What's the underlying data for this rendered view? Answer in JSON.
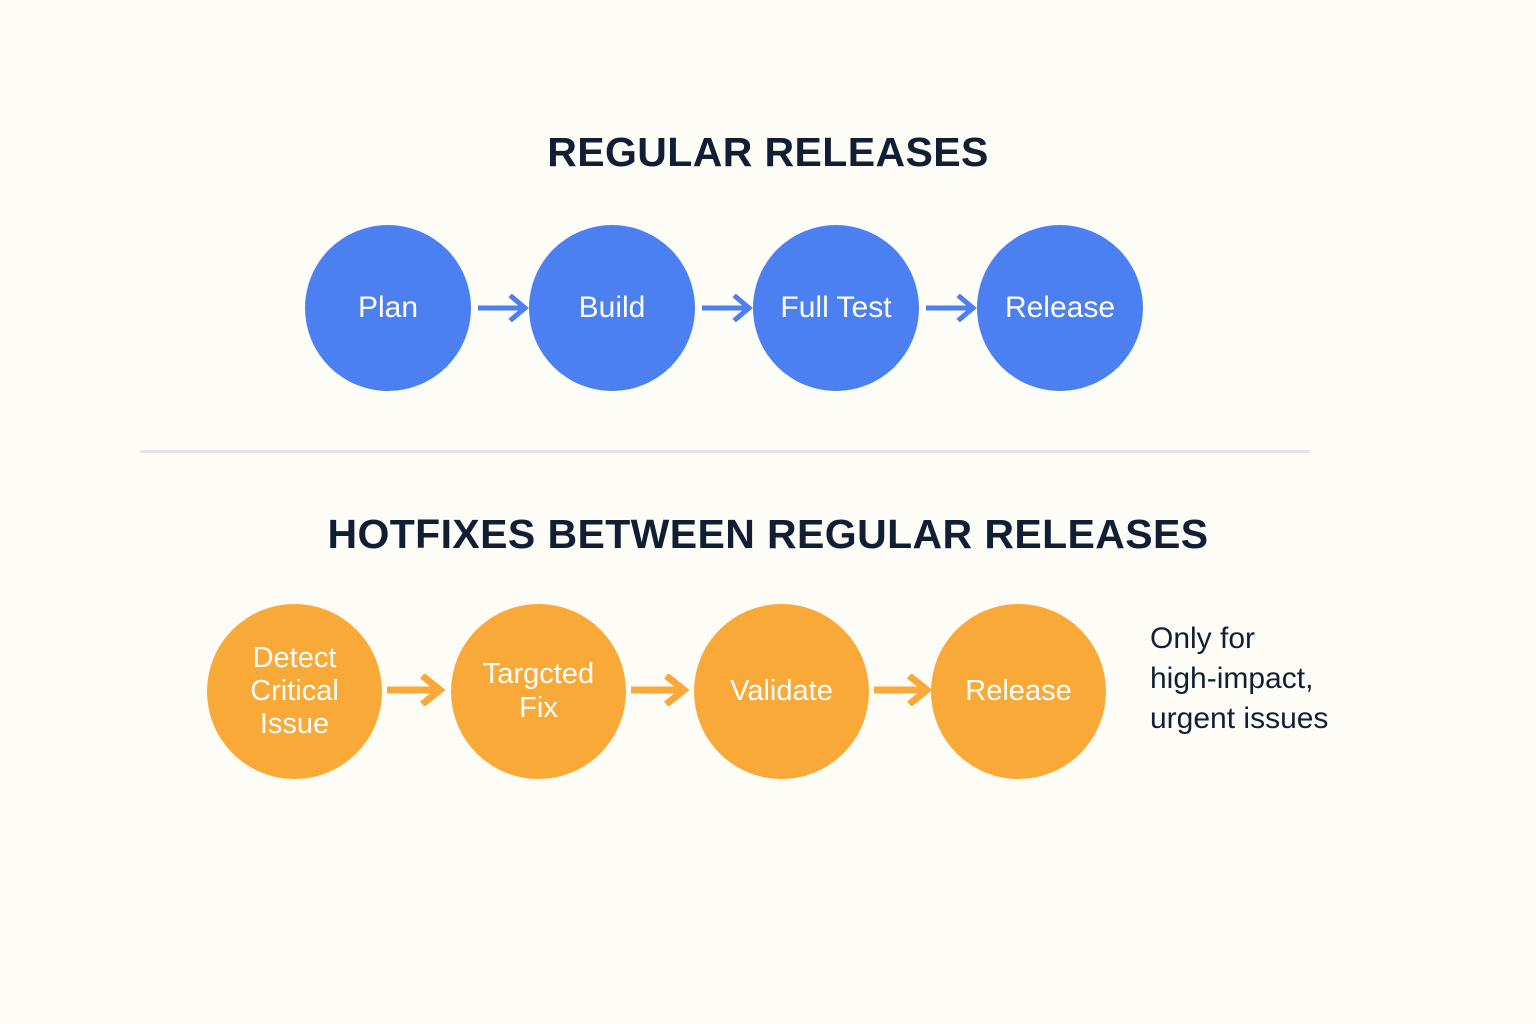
{
  "background_color": "#FDFCF7",
  "sections": [
    {
      "id": "regular",
      "title": "REGULAR RELEASES",
      "accent_color": "#4C7FF0",
      "nodes": [
        {
          "label": "Plan"
        },
        {
          "label": "Build"
        },
        {
          "label": "Full Test"
        },
        {
          "label": "Release"
        }
      ],
      "arrow_count": 3
    },
    {
      "id": "hotfix",
      "title": "HOTFIXES BETWEEN REGULAR RELEASES",
      "accent_color": "#F9A938",
      "nodes": [
        {
          "label": "Detect\nCritical\nIssue"
        },
        {
          "label": "Targcted\nFix"
        },
        {
          "label": "Validate"
        },
        {
          "label": "Release"
        }
      ],
      "arrow_count": 3,
      "side_note": "Only for\nhigh-impact,\nurgent issues"
    }
  ],
  "divider": {
    "color": "#E4E4E4"
  },
  "text_color": "#111F35",
  "node_text_color": "#FFFFFF"
}
